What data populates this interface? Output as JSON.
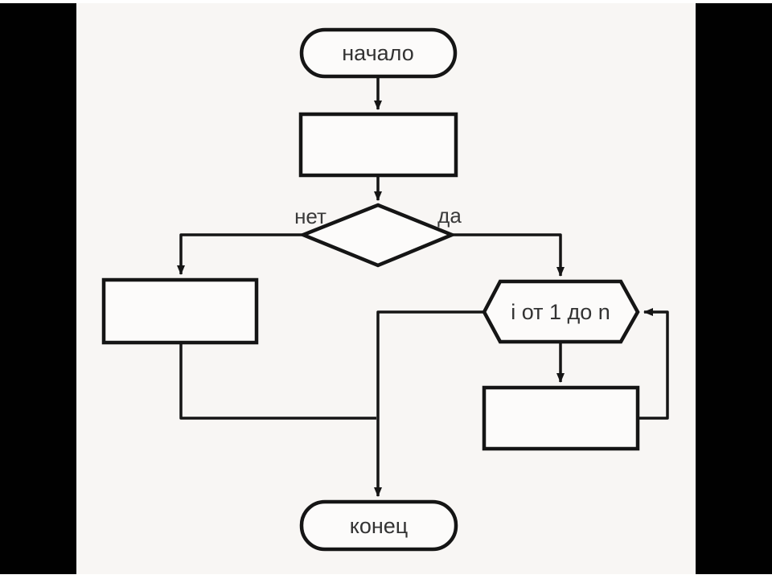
{
  "colors": {
    "letterbox": "#010101",
    "canvas_background": "#f8f6f4",
    "shape_fill": "#fcfbfa",
    "line_stroke": "#151515",
    "text": "#333333"
  },
  "flowchart": {
    "labels": {
      "start": "начало",
      "end": "конец",
      "loop_header": "i от 1 до n",
      "branch_no": "нет",
      "branch_yes": "да"
    },
    "nodes": [
      {
        "id": "start",
        "shape": "terminator",
        "label": "начало"
      },
      {
        "id": "process-top",
        "shape": "process",
        "label": ""
      },
      {
        "id": "decision",
        "shape": "decision",
        "label": ""
      },
      {
        "id": "process-left",
        "shape": "process",
        "label": ""
      },
      {
        "id": "loop-header",
        "shape": "hexagon",
        "label": "i от 1 до n"
      },
      {
        "id": "loop-body",
        "shape": "process",
        "label": ""
      },
      {
        "id": "end",
        "shape": "terminator",
        "label": "конец"
      }
    ],
    "edges": [
      {
        "from": "start",
        "to": "process-top",
        "label": ""
      },
      {
        "from": "process-top",
        "to": "decision",
        "label": ""
      },
      {
        "from": "decision",
        "to": "process-left",
        "label": "нет"
      },
      {
        "from": "decision",
        "to": "loop-header",
        "label": "да"
      },
      {
        "from": "loop-header",
        "to": "loop-body",
        "label": ""
      },
      {
        "from": "loop-body",
        "to": "loop-header",
        "label": "",
        "kind": "loop-back"
      },
      {
        "from": "process-left",
        "to": "end",
        "label": ""
      },
      {
        "from": "loop-header",
        "to": "end",
        "label": "",
        "kind": "loop-exit"
      }
    ]
  }
}
